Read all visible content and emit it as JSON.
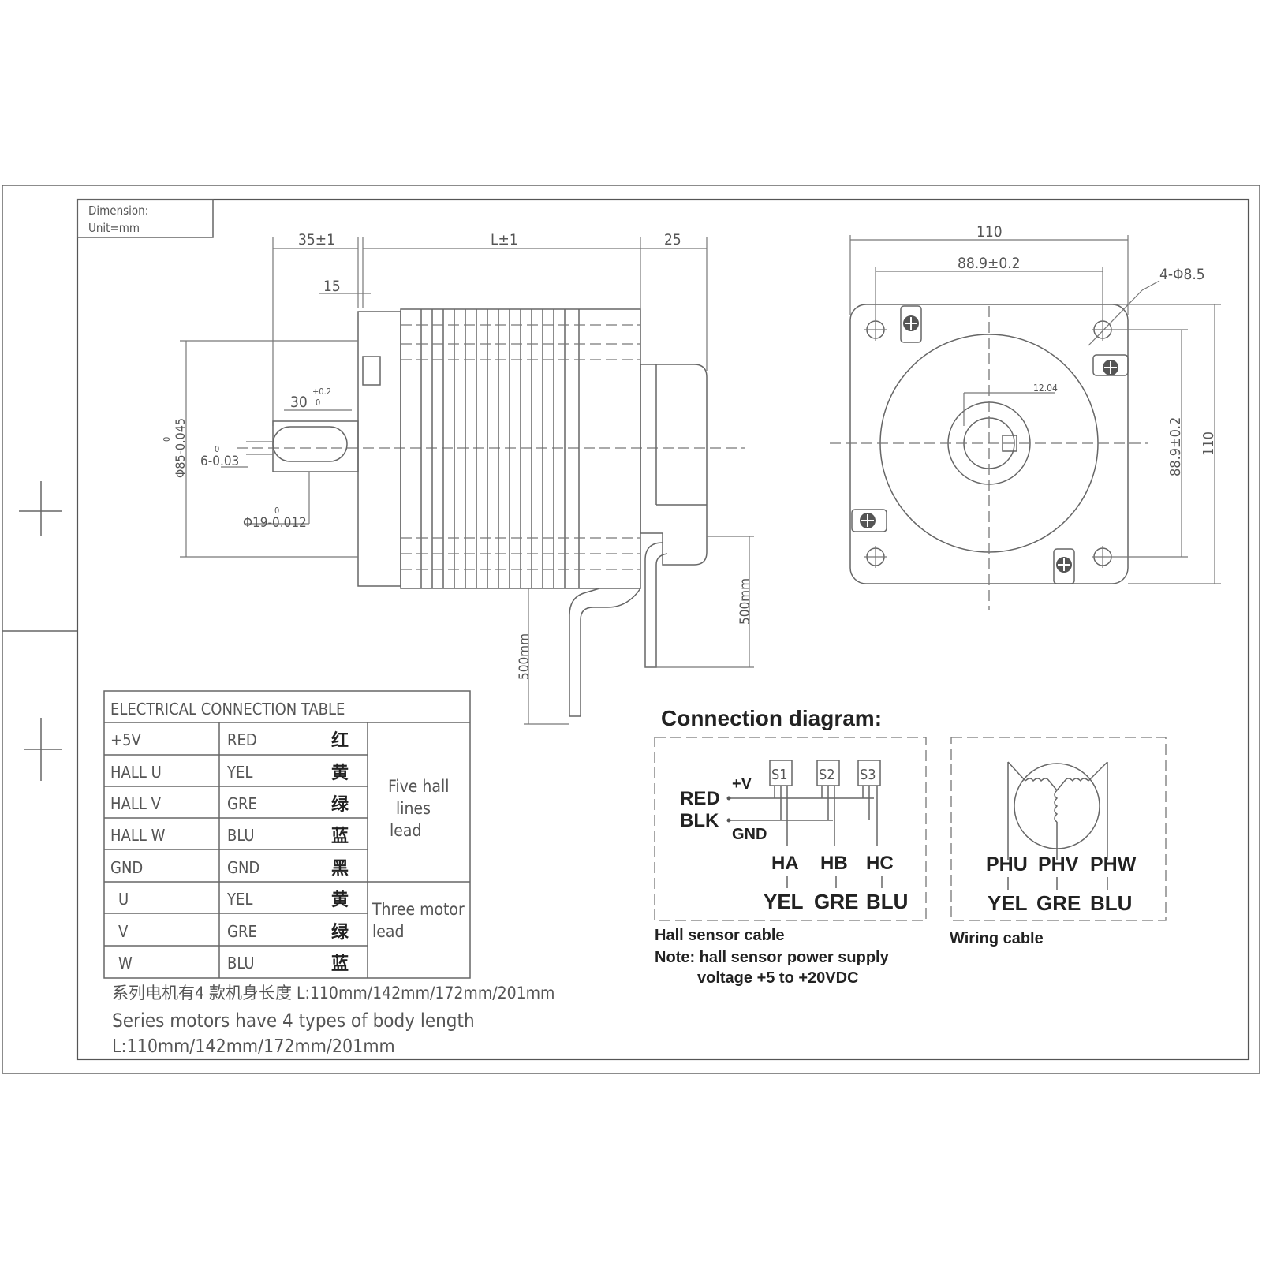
{
  "header": {
    "dimension_label": "Dimension:",
    "unit_label": "Unit=mm"
  },
  "side_view": {
    "dims": {
      "shaft_length": "35±1",
      "body_length": "L±1",
      "rear_length": "25",
      "flange_thickness": "15",
      "key_length": "30",
      "key_length_tol_upper": "+0.2",
      "key_length_tol_lower": "0",
      "pilot_diameter": "Φ85-0.045",
      "pilot_tol_upper": "0",
      "key_width": "6-0.03",
      "key_tol_upper": "0",
      "shaft_diameter": "Φ19-0.012",
      "shaft_tol_upper": "0",
      "cable_length_left": "500mm",
      "cable_length_right": "500mm"
    }
  },
  "front_view": {
    "dims": {
      "width": "110",
      "bolt_spacing_h": "88.9±0.2",
      "holes": "4-Φ8.5",
      "key_depth": "12.04",
      "bolt_spacing_v": "88.9±0.2",
      "height": "110"
    }
  },
  "table": {
    "title": "ELECTRICAL CONNECTION TABLE",
    "rows": [
      {
        "signal": "+5V",
        "color": "RED",
        "cn": "红"
      },
      {
        "signal": "HALL U",
        "color": "YEL",
        "cn": "黄"
      },
      {
        "signal": "HALL V",
        "color": "GRE",
        "cn": "绿"
      },
      {
        "signal": "HALL W",
        "color": "BLU",
        "cn": "蓝"
      },
      {
        "signal": "GND",
        "color": "GND",
        "cn": "黑"
      },
      {
        "signal": "U",
        "color": "YEL",
        "cn": "黄"
      },
      {
        "signal": "V",
        "color": "GRE",
        "cn": "绿"
      },
      {
        "signal": "W",
        "color": "BLU",
        "cn": "蓝"
      }
    ],
    "group_hall": [
      "Five hall",
      "lines",
      "lead"
    ],
    "group_motor": [
      "Three motor",
      "lead"
    ]
  },
  "notes": {
    "cn_line": "系列电机有4 款机身长度 L:110mm/142mm/172mm/201mm",
    "en_line1": "Series motors have 4 types of body length",
    "en_line2": "L:110mm/142mm/172mm/201mm"
  },
  "connection": {
    "title": "Connection diagram:",
    "hall": {
      "red": "RED",
      "blk": "BLK",
      "plus_v": "+V",
      "gnd": "GND",
      "sensors": [
        "S1",
        "S2",
        "S3"
      ],
      "outputs": [
        "HA",
        "HB",
        "HC"
      ],
      "colors": [
        "YEL",
        "GRE",
        "BLU"
      ],
      "caption": "Hall sensor cable",
      "note1": "Note: hall sensor power supply",
      "note2": "voltage +5 to +20VDC"
    },
    "wiring": {
      "phases": [
        "PHU",
        "PHV",
        "PHW"
      ],
      "colors": [
        "YEL",
        "GRE",
        "BLU"
      ],
      "caption": "Wiring cable"
    }
  }
}
